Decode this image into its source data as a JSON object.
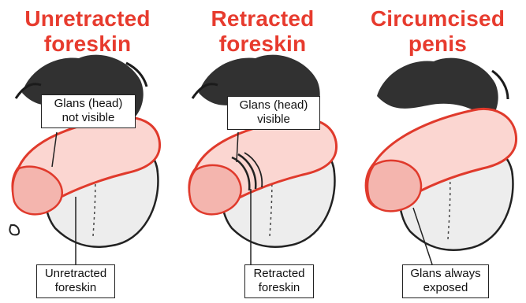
{
  "colors": {
    "title": "#e73b2e",
    "outline": "#e03a2c",
    "shade": "#f4b5ae",
    "ink": "#222222",
    "hair": "#1b1b1b"
  },
  "panels": [
    {
      "title_line1": "Unretracted",
      "title_line2": "foreskin",
      "callout_top_line1": "Glans (head)",
      "callout_top_line2": "not visible",
      "callout_bottom_line1": "Unretracted",
      "callout_bottom_line2": "foreskin"
    },
    {
      "title_line1": "Retracted",
      "title_line2": "foreskin",
      "callout_top_line1": "Glans (head)",
      "callout_top_line2": "visible",
      "callout_bottom_line1": "Retracted",
      "callout_bottom_line2": "foreskin"
    },
    {
      "title_line1": "Circumcised",
      "title_line2": "penis",
      "callout_bottom_line1": "Glans always",
      "callout_bottom_line2": "exposed"
    }
  ]
}
